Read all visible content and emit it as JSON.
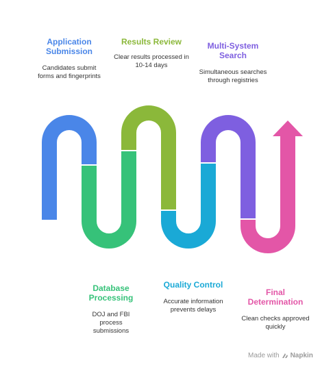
{
  "steps": [
    {
      "title": "Application Submission",
      "desc": "Candidates submit forms and fingerprints",
      "color": "#4A86E8"
    },
    {
      "title": "Database Processing",
      "desc": "DOJ and FBI process submissions",
      "color": "#36C279"
    },
    {
      "title": "Results Review",
      "desc": "Clear results processed in 10-14 days",
      "color": "#8BB83A"
    },
    {
      "title": "Quality Control",
      "desc": "Accurate information prevents delays",
      "color": "#1AA9D6"
    },
    {
      "title": "Multi-System Search",
      "desc": "Simultaneous searches through registries",
      "color": "#7E5FE0"
    },
    {
      "title": "Final Determination",
      "desc": "Clean checks approved quickly",
      "color": "#E356A7"
    }
  ],
  "credit": {
    "prefix": "Made with",
    "brand": "Napkin"
  }
}
